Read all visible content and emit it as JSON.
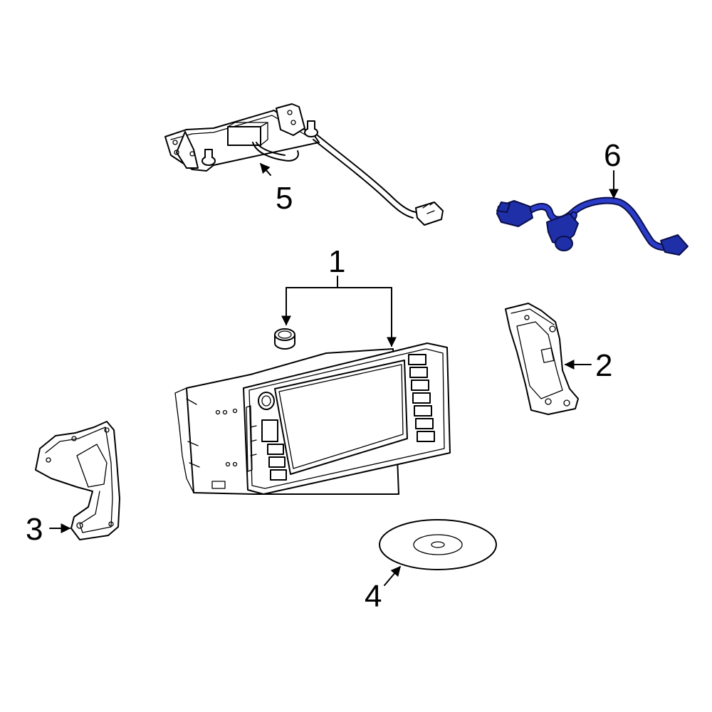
{
  "callouts": {
    "c1": "1",
    "c2": "2",
    "c3": "3",
    "c4": "4",
    "c5": "5",
    "c6": "6"
  },
  "colors": {
    "highlight": "#1f2fa8",
    "line": "#000000",
    "background": "#ffffff"
  },
  "highlighted_part": "6"
}
